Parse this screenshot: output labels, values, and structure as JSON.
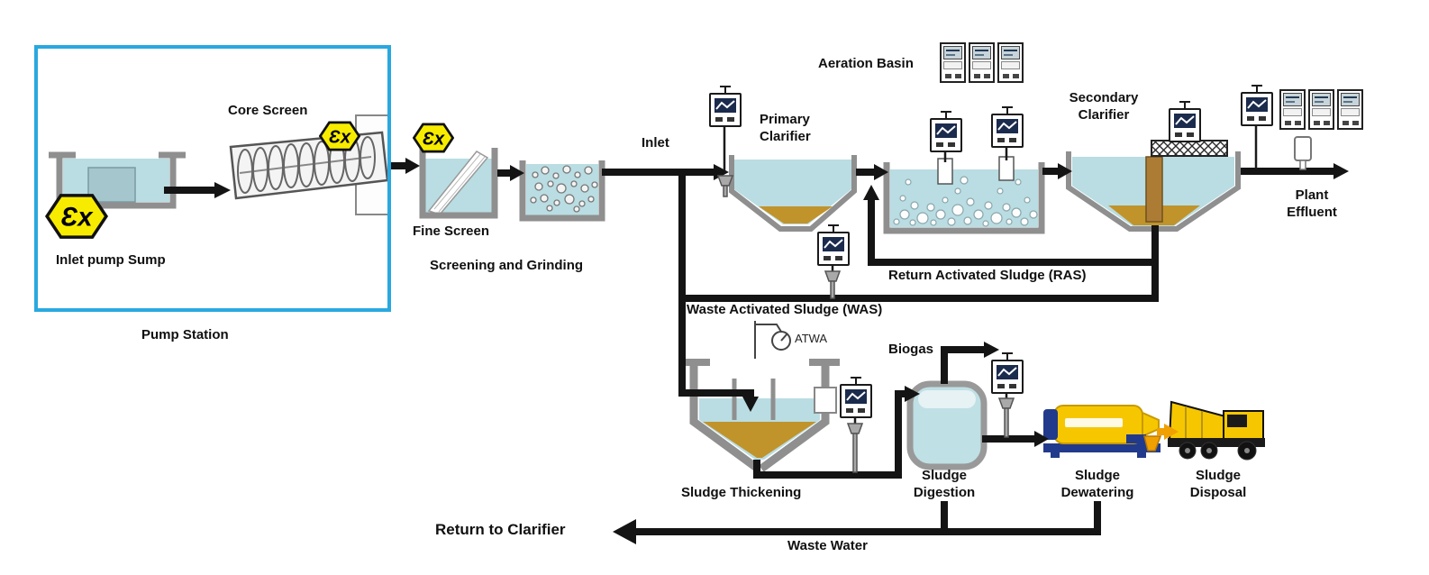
{
  "pump_station": {
    "label": "Pump Station",
    "inlet_pump_sump_label": "Inlet pump Sump",
    "core_screen_label": "Core Screen",
    "ex_mark_large": "Ɛx",
    "ex_mark_core_screen": "Ɛx"
  },
  "pretreatment": {
    "fine_screen_label": "Fine Screen",
    "ex_mark_fine_screen": "Ɛx",
    "screening_grinding_label": "Screening and Grinding",
    "inlet_label": "Inlet"
  },
  "treatment": {
    "primary_clarifier_label": "Primary\nClarifier",
    "aeration_basin_label": "Aeration Basin",
    "secondary_clarifier_label": "Secondary\nClarifier",
    "plant_effluent_label": "Plant\nEffluent",
    "ras_label": "Return Activated Sludge (RAS)",
    "was_label": "Waste Activated Sludge (WAS)"
  },
  "sludge_line": {
    "thickening_label": "Sludge Thickening",
    "atwa_label": "ATWA",
    "digestion_label": "Sludge\nDigestion",
    "biogas_label": "Biogas",
    "dewatering_label": "Sludge\nDewatering",
    "disposal_label": "Sludge\nDisposal",
    "return_to_clarifier_label": "Return to Clarifier",
    "waste_water_label": "Waste Water"
  },
  "colors": {
    "water": "#b9dde2",
    "sludge": "#c1932b",
    "tank_wall": "#8f8f8f",
    "pipe": "#141414",
    "ex_yellow": "#f7ec00",
    "pump_station_box": "#29a8e0",
    "machine_yellow": "#f6c700",
    "machine_blue": "#223a8c",
    "biogas_arrow": "#141414",
    "transfer_arrow": "#f0a000"
  }
}
